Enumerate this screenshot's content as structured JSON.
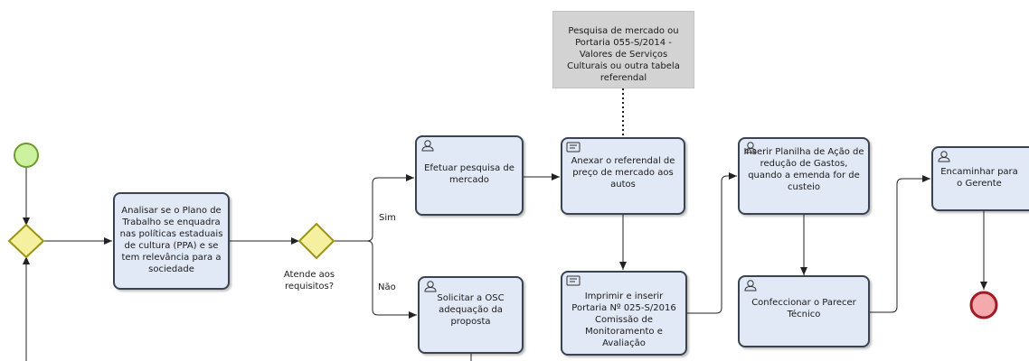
{
  "diagram": {
    "tasks": {
      "analisar": "Analisar se o Plano de Trabalho se enquadra nas políticas estaduais de cultura (PPA) e se tem relevância para a sociedade",
      "pesquisa": "Efetuar pesquisa de mercado",
      "solicitar": "Solicitar a OSC adequação da proposta",
      "anexar": "Anexar o referendal de preço de mercado aos autos",
      "imprimir": "Imprimir e inserir Portaria Nº 025-S/2016 Comissão de Monitoramento e Avaliação",
      "inserir": "Inserir Planilha de Ação de redução de Gastos, quando a emenda for de custeio",
      "confeccionar": "Confeccionar o Parecer Técnico",
      "encaminhar": "Encaminhar para o Gerente"
    },
    "artifact": "Pesquisa de mercado ou Portaria 055-S/2014 - Valores de Serviços Culturais ou outra tabela referendal",
    "gateway_label": "Atende aos requisitos?",
    "flow_labels": {
      "sim": "Sim",
      "nao": "Não"
    },
    "colors": {
      "task_fill": "#e2e9f6",
      "task_border": "#3a4350",
      "start_event": "#ccf2a0",
      "end_event": "#f4a9ad",
      "gateway": "#f4f0a0",
      "artifact": "#d3d3d3"
    },
    "icons": {
      "user_task": "user-icon",
      "service_task": "service-icon"
    }
  }
}
